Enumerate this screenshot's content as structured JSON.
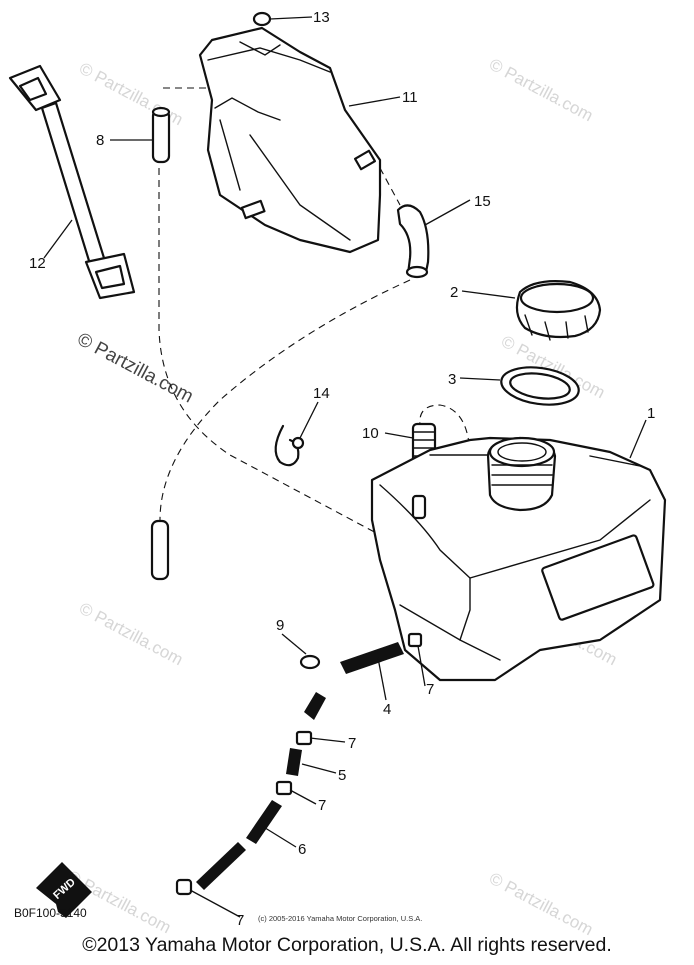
{
  "diagram": {
    "callouts": {
      "c1": "1",
      "c2": "2",
      "c3": "3",
      "c4": "4",
      "c5": "5",
      "c6": "6",
      "c7a": "7",
      "c7b": "7",
      "c7c": "7",
      "c7d": "7",
      "c8": "8",
      "c9": "9",
      "c10": "10",
      "c11": "11",
      "c12": "12",
      "c13": "13",
      "c14": "14",
      "c15": "15"
    },
    "fwd_label": "FWD",
    "code_label": "B0F100-5140",
    "inner_copyright": "(c) 2005-2016 Yamaha Motor Corporation, U.S.A.",
    "watermark": "© Partzilla.com",
    "watermark_large": "© Partzilla.com"
  },
  "footer": {
    "copyright": "©2013 Yamaha Motor Corporation, U.S.A. All rights reserved."
  }
}
